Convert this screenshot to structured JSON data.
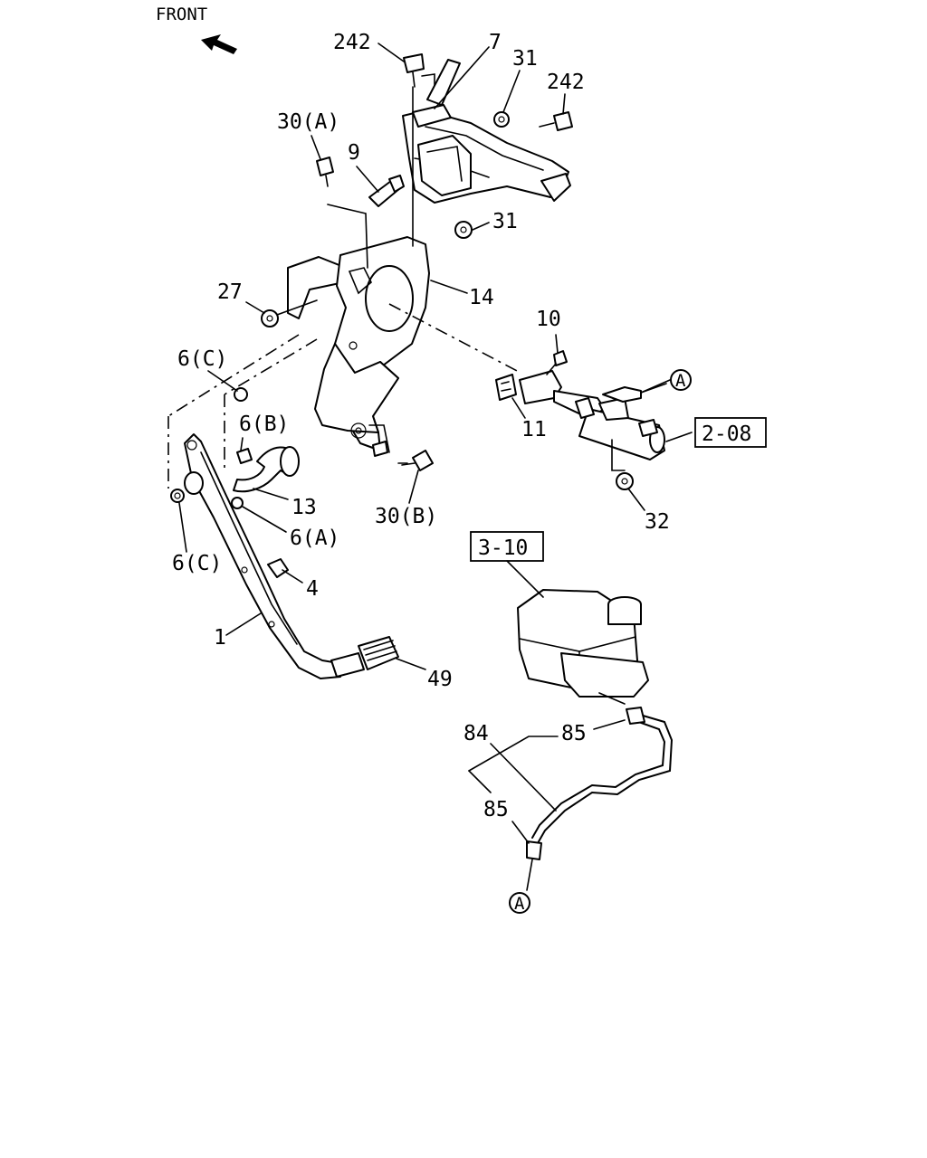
{
  "front_label": "FRONT",
  "callouts": {
    "p242_top": "242",
    "p7": "7",
    "p31_top": "31",
    "p242_right": "242",
    "p30a": "30(A)",
    "p9": "9",
    "p31_mid": "31",
    "p27": "27",
    "p14": "14",
    "p10": "10",
    "pA_top": "A",
    "p6c_top": "6(C)",
    "p11": "11",
    "p6b": "6(B)",
    "p13": "13",
    "p30b": "30(B)",
    "p32": "32",
    "p6a": "6(A)",
    "p6c_bottom": "6(C)",
    "p4": "4",
    "p1": "1",
    "p49": "49",
    "p84": "84",
    "p85_top": "85",
    "p85_bottom": "85",
    "pA_bottom": "A"
  },
  "ref_boxes": {
    "ref_208": "2-08",
    "ref_310": "3-10"
  },
  "icons": [
    "front-arrow-icon"
  ]
}
